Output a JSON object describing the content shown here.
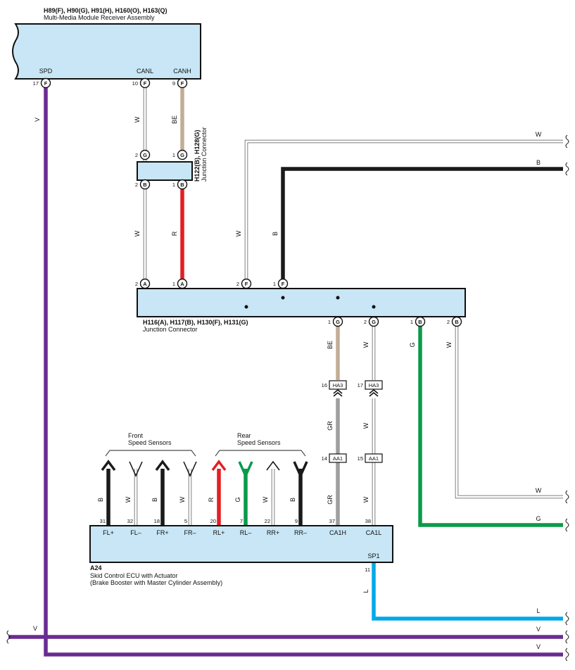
{
  "components": {
    "mmm": {
      "title": "H89(F), H90(G), H91(H), H160(O), H163(Q)",
      "subtitle": "Multi-Media Module Receiver Assembly"
    },
    "jc1": {
      "title": "H122(B), H128(G)",
      "subtitle": "Junction Connector"
    },
    "jc2": {
      "title": "H116(A), H117(B), H130(F), H131(G)",
      "subtitle": "Junction Connector"
    },
    "ecu": {
      "title": "A24",
      "subtitle1": "Skid Control ECU with Actuator",
      "subtitle2": "(Brake Booster with Master Cylinder Assembly)"
    }
  },
  "groups": {
    "front": [
      "Front",
      "Speed Sensors"
    ],
    "rear": [
      "Rear",
      "Speed Sensors"
    ]
  },
  "colors": {
    "V": "#6a2c91",
    "W": "#ffffff",
    "BE": "#c2ad95",
    "R": "#e31e24",
    "B": "#1a1a1a",
    "GR": "#9e9e9e",
    "G": "#0a9a4a",
    "L": "#00a9e8",
    "box": "#c8e6f5"
  },
  "pins": [
    {
      "id": "p-spd",
      "num": "17",
      "letter": "F",
      "label": "SPD"
    },
    {
      "id": "p-canl",
      "num": "10",
      "letter": "F",
      "label": "CANL"
    },
    {
      "id": "p-canh",
      "num": "9",
      "letter": "F",
      "label": "CANH"
    },
    {
      "id": "p-j1-g2",
      "num": "2",
      "letter": "G"
    },
    {
      "id": "p-j1-g1",
      "num": "1",
      "letter": "G"
    },
    {
      "id": "p-j1-b2",
      "num": "2",
      "letter": "B"
    },
    {
      "id": "p-j1-b1",
      "num": "1",
      "letter": "B"
    },
    {
      "id": "p-j2-a2",
      "num": "2",
      "letter": "A"
    },
    {
      "id": "p-j2-a1",
      "num": "1",
      "letter": "A"
    },
    {
      "id": "p-j2-f2",
      "num": "2",
      "letter": "F"
    },
    {
      "id": "p-j2-f1",
      "num": "1",
      "letter": "F"
    },
    {
      "id": "p-j2-g1",
      "num": "1",
      "letter": "G"
    },
    {
      "id": "p-j2-g2",
      "num": "2",
      "letter": "G"
    },
    {
      "id": "p-j2-b1",
      "num": "1",
      "letter": "B"
    },
    {
      "id": "p-j2-b2",
      "num": "2",
      "letter": "B"
    }
  ],
  "tags": [
    {
      "num": "16",
      "code": "HA3"
    },
    {
      "num": "17",
      "code": "HA3"
    },
    {
      "num": "14",
      "code": "AA1"
    },
    {
      "num": "15",
      "code": "AA1"
    }
  ],
  "ecu_pins": [
    {
      "num": "31",
      "label": "FL+",
      "color": "B"
    },
    {
      "num": "32",
      "label": "FL–",
      "color": "W"
    },
    {
      "num": "18",
      "label": "FR+",
      "color": "B"
    },
    {
      "num": "5",
      "label": "FR–",
      "color": "W"
    },
    {
      "num": "20",
      "label": "RL+",
      "color": "R"
    },
    {
      "num": "7",
      "label": "RL–",
      "color": "G"
    },
    {
      "num": "22",
      "label": "RR+",
      "color": "W"
    },
    {
      "num": "9",
      "label": "RR–",
      "color": "B"
    },
    {
      "num": "37",
      "label": "CA1H",
      "color": "GR"
    },
    {
      "num": "38",
      "label": "CA1L",
      "color": "W"
    },
    {
      "num": "11",
      "label": "SP1",
      "color": "L"
    }
  ],
  "wire_labels": [
    "V",
    "W",
    "BE",
    "W",
    "R",
    "W",
    "B",
    "W",
    "B",
    "BE",
    "W",
    "G",
    "W",
    "GR",
    "W",
    "GR",
    "W",
    "W",
    "G",
    "L",
    "L",
    "V",
    "V",
    "V"
  ]
}
